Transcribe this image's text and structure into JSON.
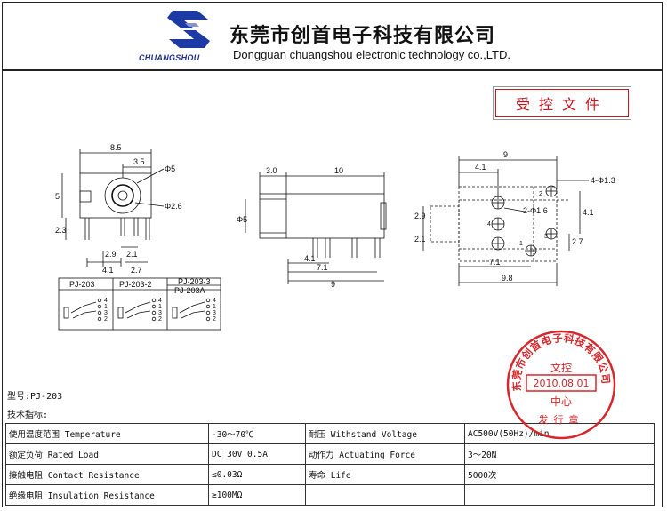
{
  "header": {
    "logo_text": "CHUANGSHOU",
    "company_cn": "东莞市创首电子科技有限公司",
    "company_en": "Dongguan chuangshou electronic technology co.,LTD."
  },
  "controlled_stamp": "受控文件",
  "drawing": {
    "front_view": {
      "d1": "8.5",
      "d2": "3.5",
      "d3": "Φ5",
      "d4": "Φ2.6",
      "d5": "5",
      "d6": "2.3",
      "d7": "2.9",
      "d8": "2.1",
      "d9": "4.1",
      "d10": "2.7"
    },
    "side_view": {
      "d1": "3.0",
      "d2": "10",
      "d3": "Φ5",
      "d4": "4.1",
      "d5": "7.1",
      "d6": "9"
    },
    "pcb_view": {
      "d1": "9",
      "d2": "4.1",
      "d3": "4-Φ1.3",
      "d4": "2-Φ1.6",
      "d5": "2.9",
      "d6": "2.1",
      "d7": "4.1",
      "d8": "2.7",
      "d9": "7.1",
      "d10": "9.8",
      "pins": [
        "2",
        "4",
        "1",
        "3"
      ]
    },
    "schematic_headers": [
      "PJ-203",
      "PJ-203-2",
      "PJ-203-3",
      "PJ-203A"
    ],
    "schematic_pins": [
      "4",
      "1",
      "3",
      "2"
    ]
  },
  "model": "型号:PJ-203",
  "spec_title": "技术指标:",
  "specs": [
    {
      "label1": "使用温度范围 Temperature",
      "value1": "-30～70℃",
      "label2": "耐压 Withstand Voltage",
      "value2": "AC500V(50Hz)/min"
    },
    {
      "label1": "额定负荷 Rated Load",
      "value1": "DC 30V 0.5A",
      "label2": "动作力 Actuating Force",
      "value2": "3～20N"
    },
    {
      "label1": "接触电阻 Contact Resistance",
      "value1": "≤0.03Ω",
      "label2": "寿命 Life",
      "value2": "5000次"
    },
    {
      "label1": "绝缘电阻 Insulation Resistance",
      "value1": "≥100MΩ",
      "label2": "",
      "value2": ""
    }
  ],
  "red_seal": {
    "ring_text": "东莞市创首电子科技有限公司",
    "line1": "文控",
    "date": "2010.08.01",
    "line2": "中心",
    "line3": "发行章"
  }
}
